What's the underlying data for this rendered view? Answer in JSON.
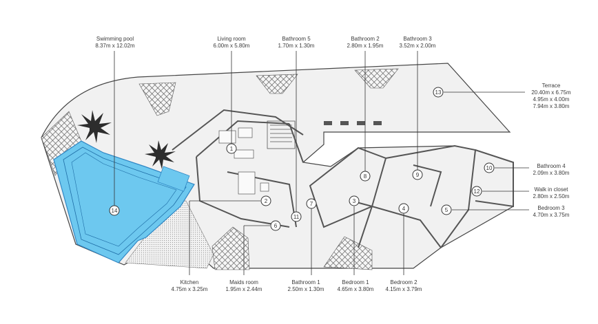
{
  "top_labels": [
    {
      "id": "swimming-pool",
      "name": "Swimming pool",
      "dim": "8.37m x 12.02m",
      "marker": "14"
    },
    {
      "id": "living-room",
      "name": "Living room",
      "dim": "6.00m x 5.80m",
      "marker": "1"
    },
    {
      "id": "bathroom-5",
      "name": "Bathroom 5",
      "dim": "1.70m x 1.30m",
      "marker": "11"
    },
    {
      "id": "bathroom-2",
      "name": "Bathroom 2",
      "dim": "2.80m x 1.95m",
      "marker": "8"
    },
    {
      "id": "bathroom-3",
      "name": "Bathroom 3",
      "dim": "3.52m x 2.00m",
      "marker": "9"
    }
  ],
  "right_labels": [
    {
      "id": "terrace",
      "name": "Terrace",
      "dims": [
        "20.40m x 6.75m",
        "4.95m x 4.00m",
        "7.94m x 3.80m"
      ],
      "marker": "13"
    },
    {
      "id": "bathroom-4",
      "name": "Bathroom 4",
      "dims": [
        "2.09m x 3.80m"
      ],
      "marker": "10"
    },
    {
      "id": "walk-in-closet",
      "name": "Walk in closet",
      "dims": [
        "2.80m x 2.50m"
      ],
      "marker": "12"
    },
    {
      "id": "bedroom-3",
      "name": "Bedroom 3",
      "dims": [
        "4.70m x 3.75m"
      ],
      "marker": "5"
    }
  ],
  "bottom_labels": [
    {
      "id": "kitchen",
      "name": "Kitchen",
      "dim": "4.75m x 3.25m",
      "marker": "2"
    },
    {
      "id": "maids-room",
      "name": "Maids room",
      "dim": "1.95m x 2.44m",
      "marker": "6"
    },
    {
      "id": "bathroom-1",
      "name": "Bathroom 1",
      "dim": "2.50m x 1.30m",
      "marker": "7"
    },
    {
      "id": "bedroom-1",
      "name": "Bedroom 1",
      "dim": "4.65m x 3.80m",
      "marker": "3"
    },
    {
      "id": "bedroom-2",
      "name": "Bedroom 2",
      "dim": "4.15m x 3.79m",
      "marker": "4"
    }
  ],
  "markers": [
    "1",
    "2",
    "3",
    "4",
    "5",
    "6",
    "7",
    "8",
    "9",
    "10",
    "11",
    "12",
    "13",
    "14"
  ],
  "colors": {
    "pool": "#6dc8ef",
    "pool_edge": "#2f86c4",
    "floor": "#f1f1f1",
    "wall": "#555555",
    "line": "#444444",
    "hatch": "#666666"
  }
}
